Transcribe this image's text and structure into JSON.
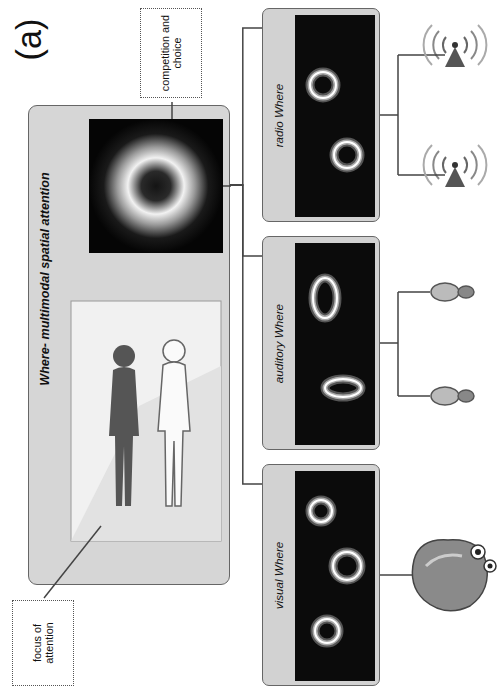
{
  "diagram": {
    "nodes": [
      {
        "text": [
          "Where- multimodal spatial attention"
        ]
      },
      {
        "text": [
          "focus of attention"
        ]
      },
      {
        "text": [
          "competition and choice"
        ]
      },
      {
        "text": [
          "visual Where"
        ]
      },
      {
        "text": [
          "auditory Where"
        ]
      },
      {
        "text": [
          "radio Where"
        ]
      }
    ],
    "edges": [
      {
        "from": 0,
        "to": 3,
        "arrow": "none"
      },
      {
        "from": 0,
        "to": 4,
        "arrow": "none"
      },
      {
        "from": 0,
        "to": 5,
        "arrow": "none"
      }
    ],
    "labels": [
      "(a)"
    ]
  }
}
